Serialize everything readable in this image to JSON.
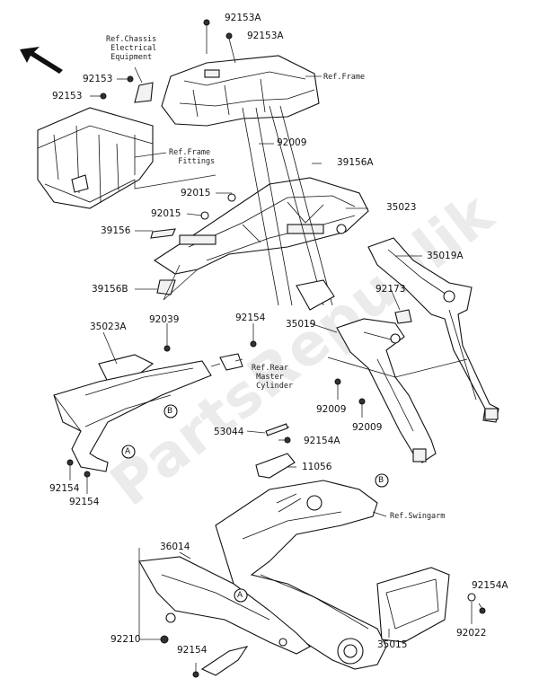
{
  "diagram": {
    "labels": {
      "p92153A_1": "92153A",
      "p92153A_2": "92153A",
      "p92153_1": "92153",
      "p92153_2": "92153",
      "p92009_top": "92009",
      "p39156A": "39156A",
      "p92015_1": "92015",
      "p92015_2": "92015",
      "p35023": "35023",
      "p39156": "39156",
      "p35019A": "35019A",
      "p39156B": "39156B",
      "p92173": "92173",
      "p92039": "92039",
      "p35023A": "35023A",
      "p92154_top": "92154",
      "p35019": "35019",
      "p92009_a": "92009",
      "p92009_b": "92009",
      "p53044": "53044",
      "p92154A_1": "92154A",
      "p11056": "11056",
      "p92154_l1": "92154",
      "p92154_l2": "92154",
      "p36014": "36014",
      "p92154A_2": "92154A",
      "p92210": "92210",
      "p92022": "92022",
      "p92154_bot": "92154",
      "p35015": "35015"
    },
    "refs": {
      "chassis": "Ref.Chassis\n Electrical\n Equipment",
      "frame": "Ref.Frame",
      "frame_fittings": "Ref.Frame\n  Fittings",
      "rear_master": "Ref.Rear\n Master\n Cylinder",
      "swingarm": "Ref.Swingarm"
    },
    "markers": {
      "a1": "A",
      "a2": "A",
      "b1": "B",
      "b2": "B"
    },
    "watermark": "PartsRepublik"
  }
}
